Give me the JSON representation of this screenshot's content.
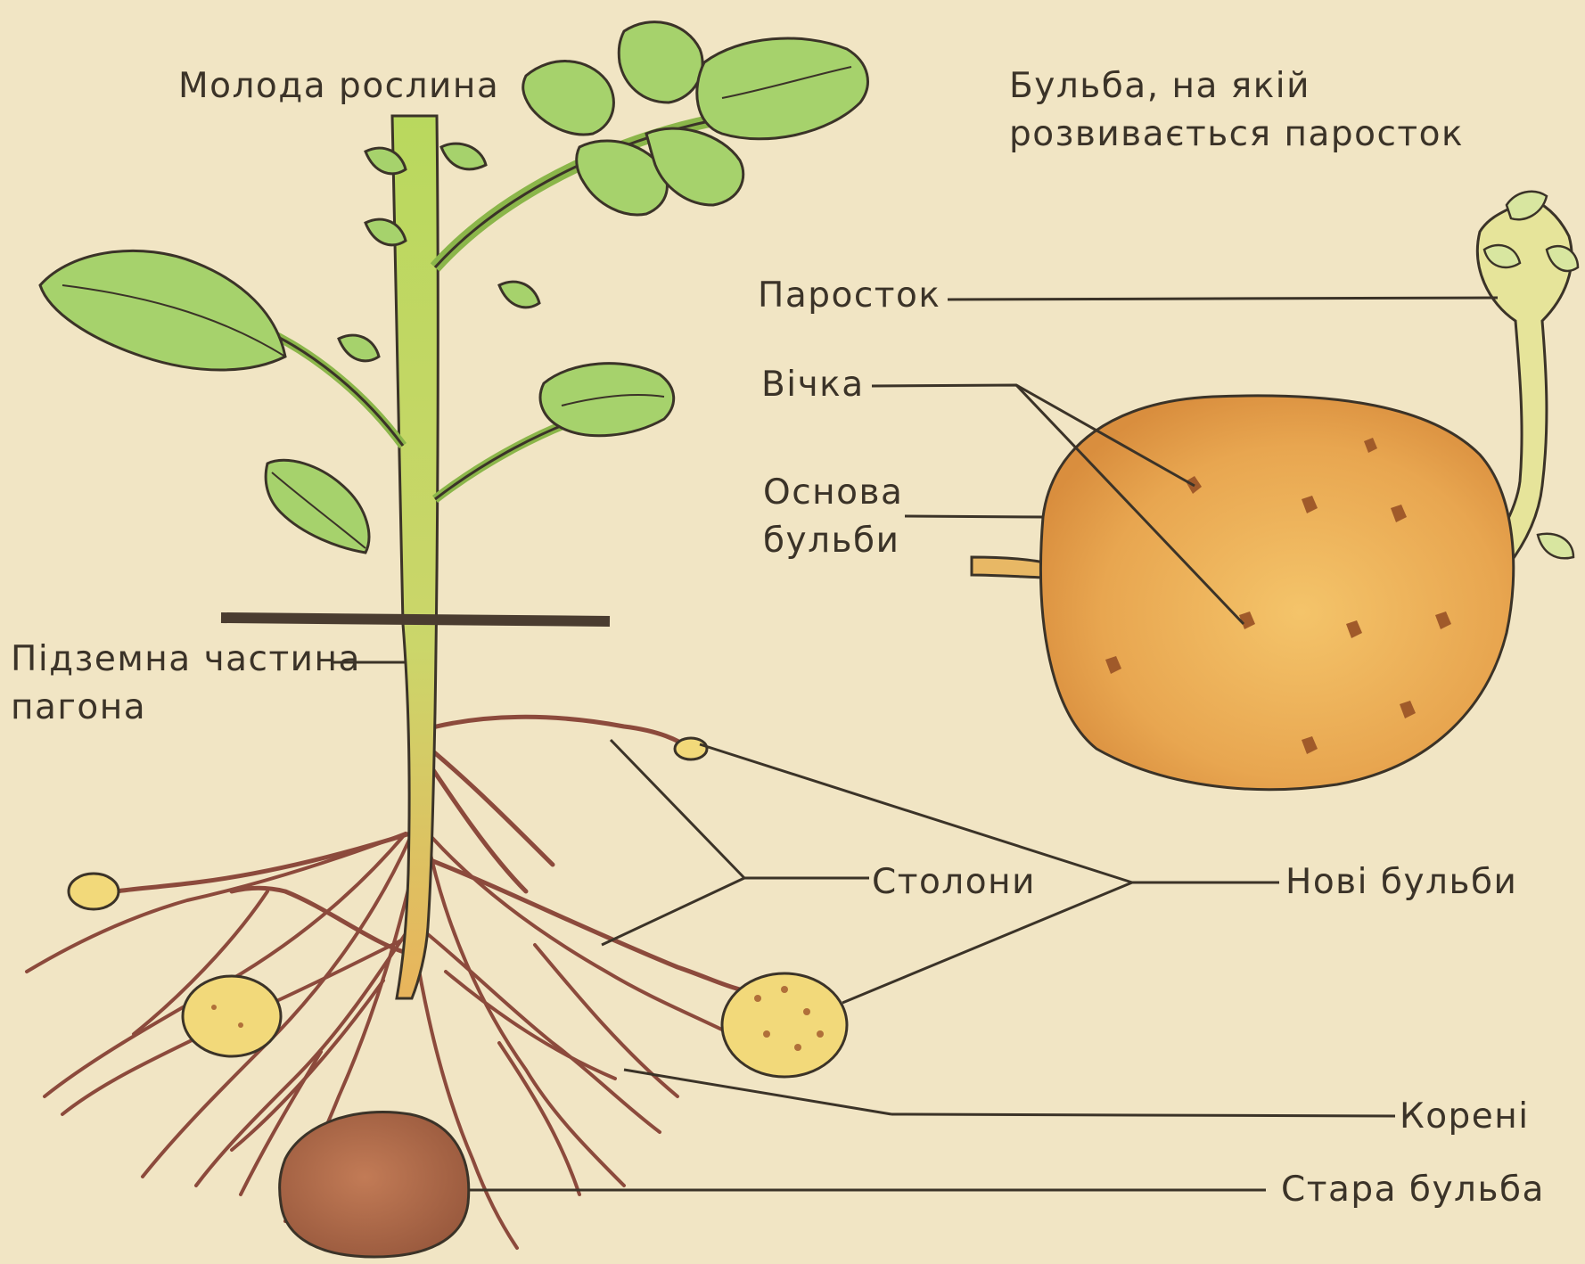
{
  "labels": {
    "young_plant": "Молода рослина",
    "sprouting_tuber": [
      "Бульба, на якій",
      "розвивається паросток"
    ],
    "sprout": "Паросток",
    "eyes": "Вічка",
    "tuber_base": [
      "Основа",
      "бульби"
    ],
    "underground_shoot": [
      "Підземна частина",
      "пагона"
    ],
    "stolons": "Столони",
    "new_tubers": "Нові  бульби",
    "roots": "Корені",
    "old_tuber": "Стара бульба"
  },
  "colors": {
    "background": "#f1e5c4",
    "leaf": "#a6d26c",
    "stem": "#b9d85e",
    "tuber": "#eab15a",
    "new_tuber": "#f2d97a",
    "old_tuber": "#b06a4a",
    "roots": "#8c4a3c",
    "lines": "#3b3328"
  }
}
